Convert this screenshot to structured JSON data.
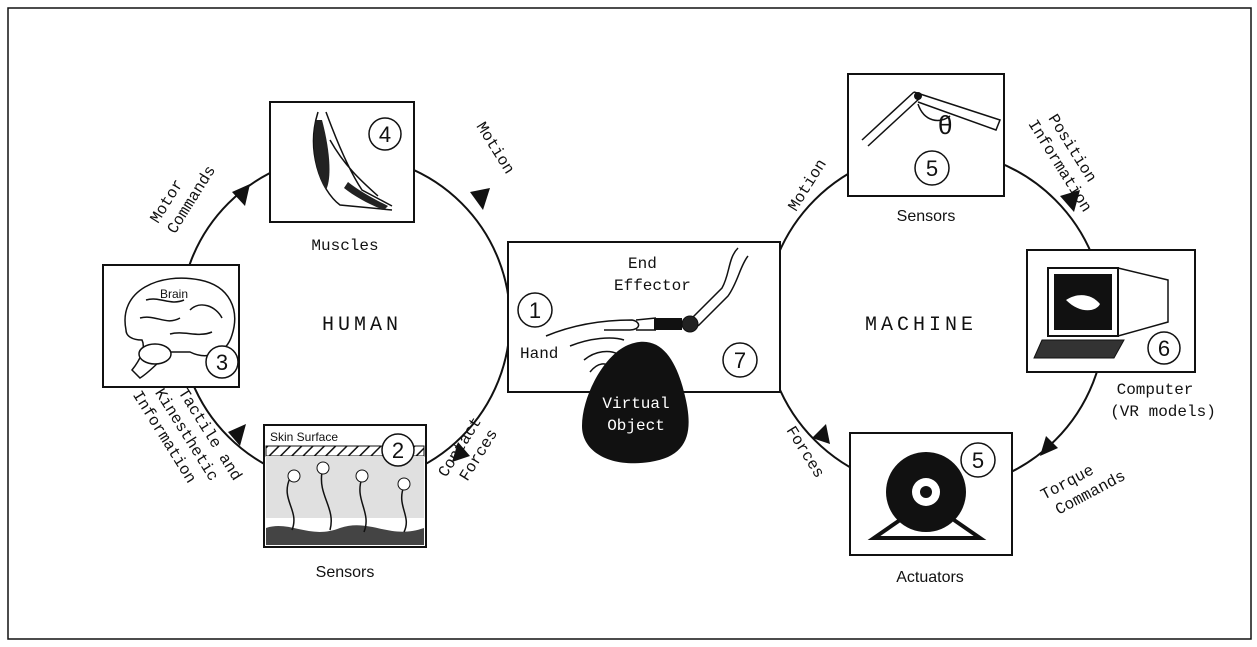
{
  "human_label": "HUMAN",
  "machine_label": "MACHINE",
  "boxes": {
    "muscles": {
      "number": "4",
      "caption": "Muscles"
    },
    "brain": {
      "number": "3",
      "caption": "Brain"
    },
    "human_sensors": {
      "number": "2",
      "caption": "Sensors",
      "inner_label": "Skin Surface"
    },
    "center": {
      "left_number": "1",
      "right_number": "7",
      "hand": "Hand",
      "end_effector_line1": "End",
      "end_effector_line2": "Effector",
      "virtual_line1": "Virtual",
      "virtual_line2": "Object"
    },
    "machine_sensors": {
      "number": "5",
      "caption": "Sensors",
      "angle": "θ"
    },
    "computer": {
      "number": "6",
      "caption_line1": "Computer",
      "caption_line2": "(VR models)"
    },
    "actuators": {
      "number": "5",
      "caption": "Actuators"
    }
  },
  "arcs": {
    "motor_commands": {
      "line1": "Motor",
      "line2": "Commands"
    },
    "human_motion": "Motion",
    "contact_forces": {
      "line1": "Contact",
      "line2": "Forces"
    },
    "tactile": {
      "line1": "Tactile and",
      "line2": "Kinesthetic",
      "line3": "Information"
    },
    "machine_motion": "Motion",
    "position_info": {
      "line1": "Position",
      "line2": "Information"
    },
    "torque_commands": {
      "line1": "Torque",
      "line2": "Commands"
    },
    "machine_forces": "Forces"
  }
}
